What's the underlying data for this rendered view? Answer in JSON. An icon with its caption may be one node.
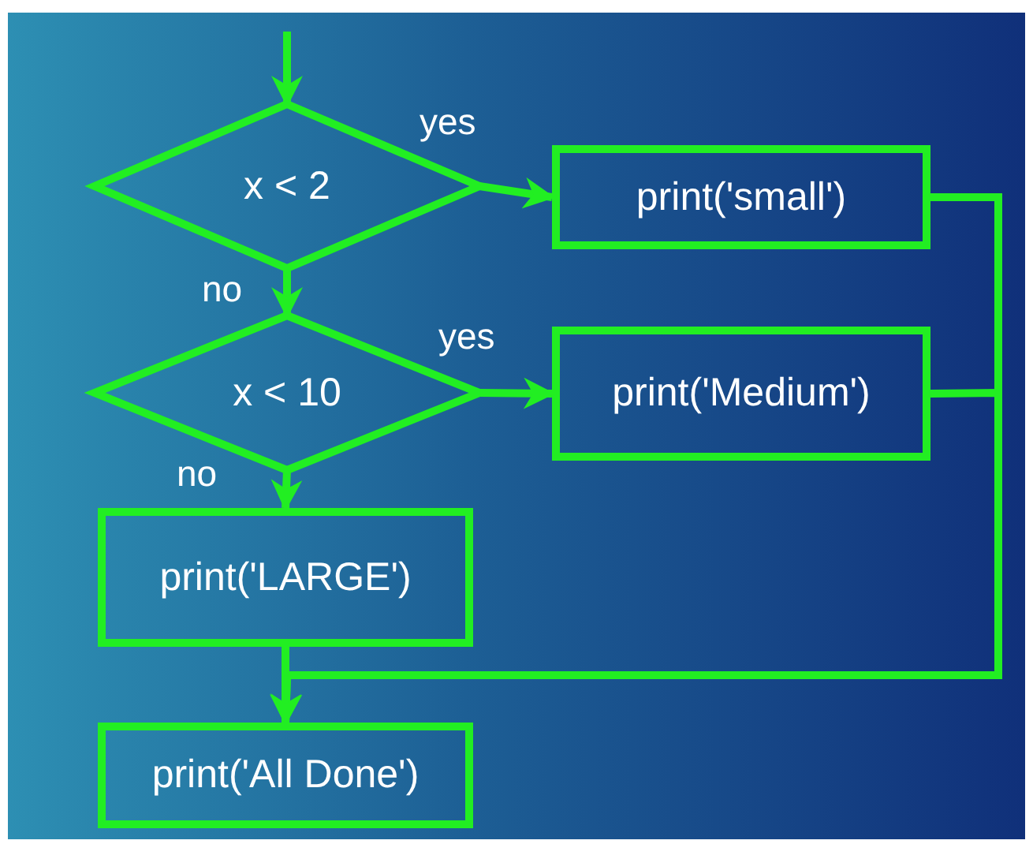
{
  "diagram": {
    "nodes": [
      {
        "text": [
          "x < 2"
        ]
      },
      {
        "text": [
          "print('small')"
        ]
      },
      {
        "text": [
          "x < 10"
        ]
      },
      {
        "text": [
          "print('Medium')"
        ]
      },
      {
        "text": [
          "print('LARGE')"
        ]
      },
      {
        "text": [
          "print('All Done')"
        ]
      }
    ],
    "edges": [
      {
        "from": null,
        "to": 0,
        "arrow": "to"
      },
      {
        "from": 0,
        "to": 1,
        "arrow": "to",
        "label": "yes"
      },
      {
        "from": 0,
        "to": 2,
        "arrow": "to",
        "label": "no"
      },
      {
        "from": 2,
        "to": 3,
        "arrow": "to",
        "label": "yes"
      },
      {
        "from": 2,
        "to": 4,
        "arrow": "to",
        "label": "no"
      },
      {
        "from": 1,
        "to": 5,
        "arrow": "to"
      },
      {
        "from": 3,
        "to": 5,
        "arrow": "to"
      },
      {
        "from": 4,
        "to": 5,
        "arrow": "to"
      }
    ]
  }
}
